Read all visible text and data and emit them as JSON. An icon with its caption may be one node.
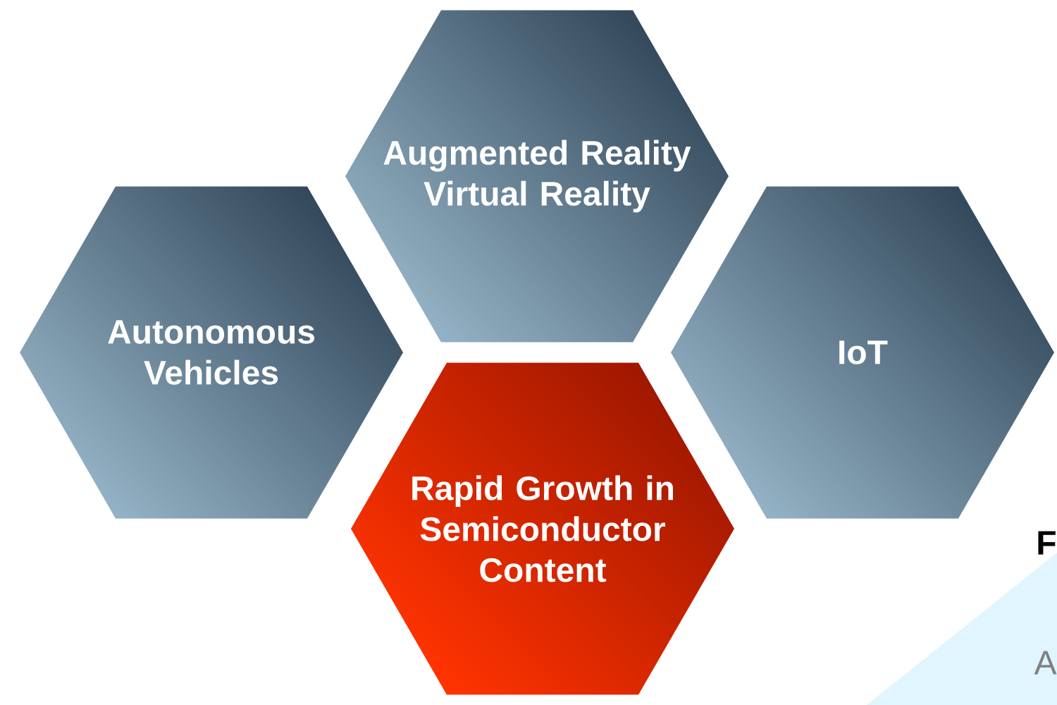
{
  "diagram": {
    "nodes": [
      {
        "text": [
          "Augmented Reality Virtual Reality"
        ]
      },
      {
        "text": [
          "Autonomous Vehicles"
        ]
      },
      {
        "text": [
          "IoT"
        ]
      },
      {
        "text": [
          "Rapid Growth in Semiconductor Content"
        ]
      }
    ],
    "labels": [
      "F",
      "A"
    ]
  }
}
